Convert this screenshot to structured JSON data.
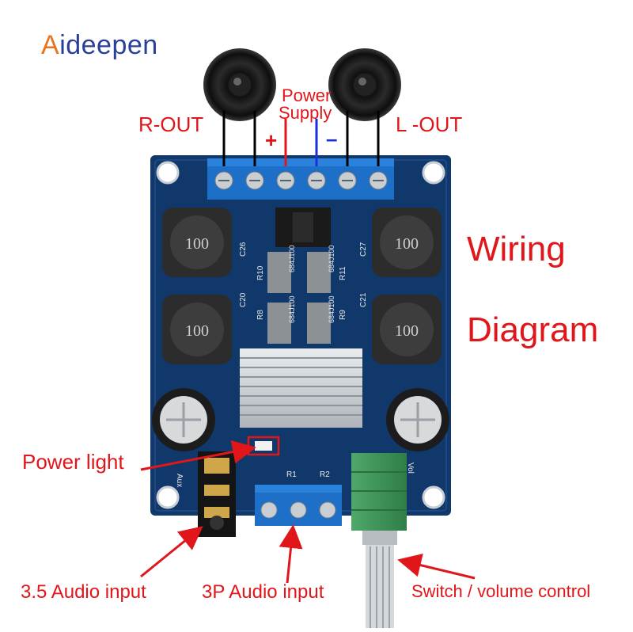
{
  "brand": {
    "name_prefix": "A",
    "name_rest": "ideepen"
  },
  "title": {
    "line1": "Wiring",
    "line2": "Diagram"
  },
  "labels": {
    "r_out": "R-OUT",
    "l_out": "L -OUT",
    "power_supply_1": "Power",
    "power_supply_2": "Supply",
    "plus": "+",
    "minus": "–",
    "power_light": "Power light",
    "audio_35": "3.5 Audio input",
    "audio_3p": "3P Audio input",
    "switch_volume": "Switch / volume control"
  },
  "board_text": {
    "inductor": "100",
    "cap_c26": "C26",
    "cap_c27": "C27",
    "cap_c20": "C20",
    "cap_c21": "C21",
    "res_r10": "R10",
    "res_r11": "R11",
    "res_r8": "R8",
    "res_r9": "R9",
    "res_684": "684J100",
    "r1": "R1",
    "r2": "R2",
    "vol": "Vol",
    "aux": "Aux"
  },
  "colors": {
    "board": "#11386b",
    "accent_red": "#e0161b",
    "terminal_blue": "#1e6fc8"
  }
}
